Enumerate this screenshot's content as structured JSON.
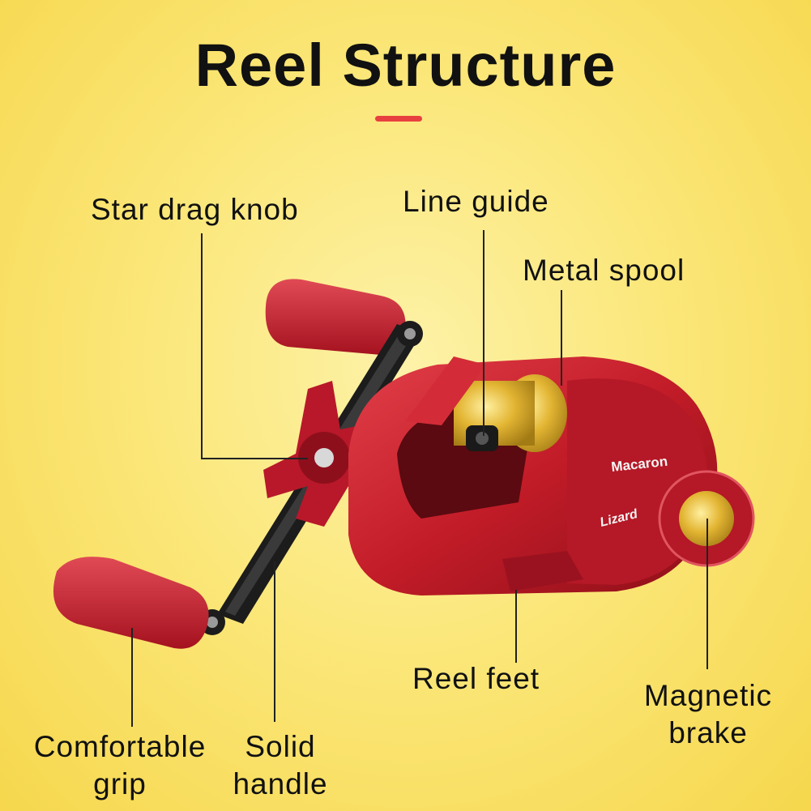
{
  "title": "Reel Structure",
  "colors": {
    "accent_bar": "#e84040",
    "reel_body": "#c8202c",
    "reel_gold": "#e0b530",
    "background": "#fbe77a"
  },
  "labels": {
    "star_drag_knob": "Star drag knob",
    "line_guide": "Line guide",
    "metal_spool": "Metal spool",
    "reel_feet": "Reel feet",
    "magnetic_brake_1": "Magnetic",
    "magnetic_brake_2": "brake",
    "comfortable_grip_1": "Comfortable",
    "comfortable_grip_2": "grip",
    "solid_handle_1": "Solid",
    "solid_handle_2": "handle"
  },
  "reel": {
    "model_text": "Macaron",
    "brand_logo": "Lizard"
  }
}
